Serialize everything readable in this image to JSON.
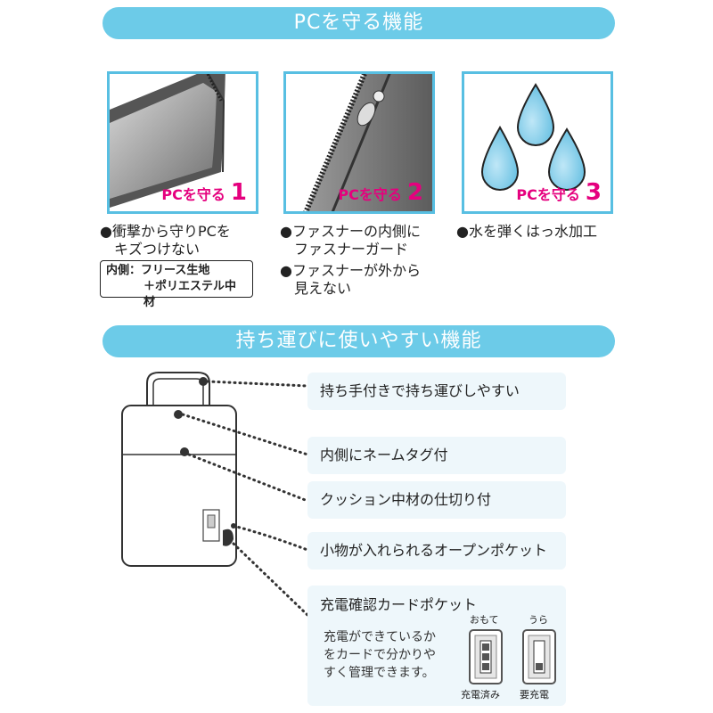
{
  "section1": {
    "title": "PCを守る機能"
  },
  "panels": [
    {
      "label": "PCを守る",
      "number": "1",
      "icon": "pc-corner-icon"
    },
    {
      "label": "PCを守る",
      "number": "2",
      "icon": "zipper-icon"
    },
    {
      "label": "PCを守る",
      "number": "3",
      "icon": "water-drops-icon"
    }
  ],
  "bullets1": [
    "●衝撃から守りPCを",
    "キズつけない"
  ],
  "note": {
    "line1": "内側：フリース生地",
    "line2": "＋ポリエステル中材"
  },
  "bullets2": [
    "●ファスナーの内側に",
    "ファスナーガード",
    "●ファスナーが外から",
    "見えない"
  ],
  "bullets3": [
    "●水を弾くはっ水加工"
  ],
  "section2": {
    "title": "持ち運びに使いやすい機能"
  },
  "features": [
    "持ち手付きで持ち運びしやすい",
    "内側にネームタグ付",
    "クッション中材の仕切り付",
    "小物が入れられるオープンポケット"
  ],
  "charge": {
    "title": "充電確認カードポケット",
    "desc": [
      "充電ができているか",
      "をカードで分かりや",
      "すく管理できます。"
    ],
    "front_label": "おもて",
    "back_label": "うら",
    "full_label": "充電済み",
    "need_label": "要充電"
  },
  "colors": {
    "banner": "#6ccbe8",
    "frame": "#58bfe2",
    "accent": "#e5007e",
    "box": "#eef7fb"
  }
}
